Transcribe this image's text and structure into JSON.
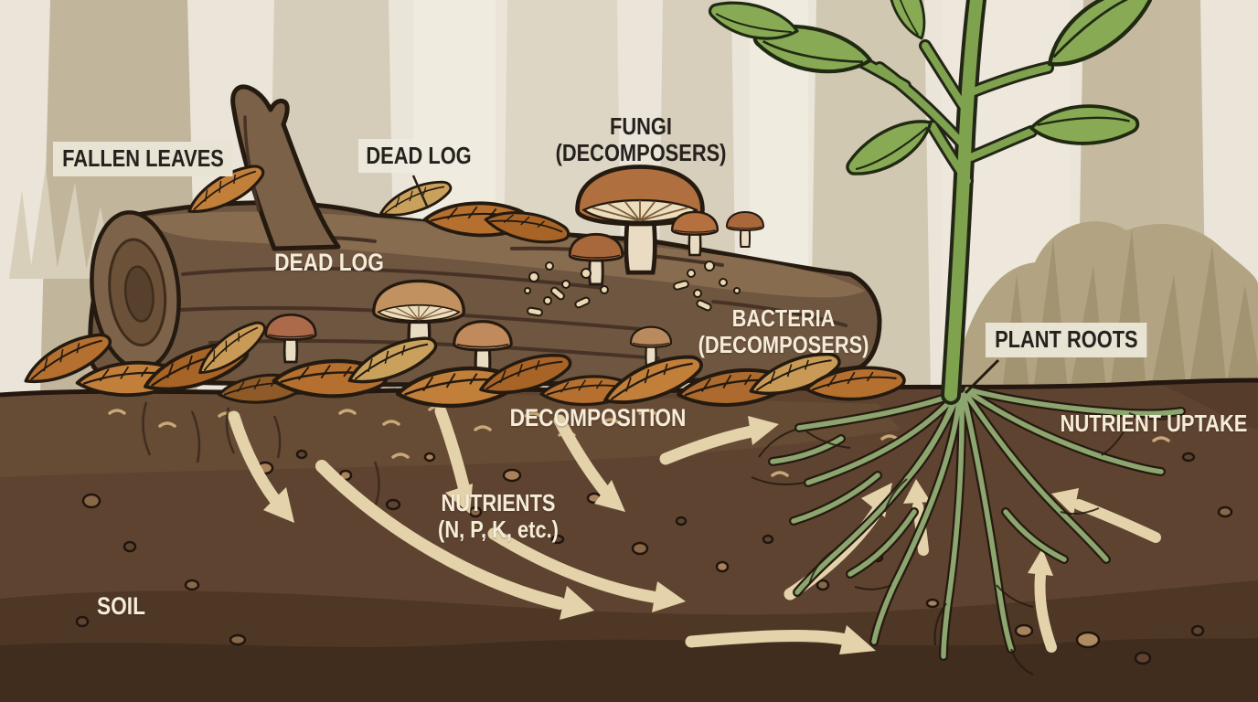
{
  "labels": {
    "fallen_leaves": "FALLEN LEAVES",
    "dead_log_bg": "DEAD LOG",
    "dead_log_on_log": "DEAD LOG",
    "fungi_title": "FUNGI",
    "fungi_sub": "(DECOMPOSERS)",
    "bacteria_title": "BACTERIA",
    "bacteria_sub": "(DECOMPOSERS)",
    "plant_roots": "PLANT ROOTS",
    "nutrient_uptake": "NUTRIENT UPTAKE",
    "decomposition": "DECOMPOSITION",
    "nutrients_title": "NUTRIENTS",
    "nutrients_sub": "(N, P, K, etc.)",
    "soil": "SOIL"
  },
  "colors": {
    "background_cream": "#eae5d8",
    "tree_trunk": "#c2b59b",
    "soil": "#5e4430",
    "soil_dark": "#402d1e",
    "log_brown": "#6e5640",
    "leaf_litter_orange": "#bf7a33",
    "mushroom_cap": "#b06f3f",
    "plant_green": "#7fa24e",
    "root_green": "#8da56e",
    "arrow_cream": "#e4d2ab",
    "label_dark": "#25211d",
    "label_cream": "#f5ecd9",
    "label_box": "#e9e3d4"
  }
}
